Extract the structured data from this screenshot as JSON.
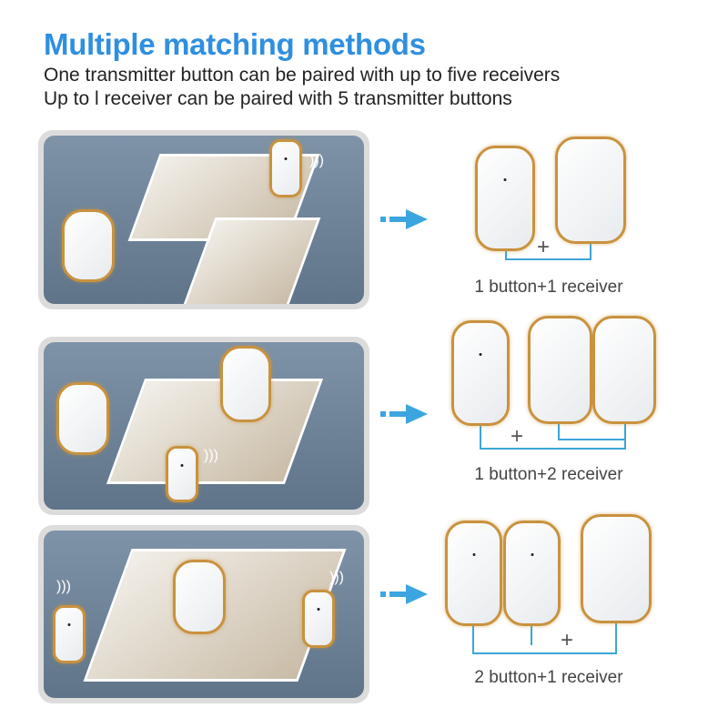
{
  "title": "Multiple matching methods",
  "subtitle_lines": [
    "One transmitter button can be paired with up to five receivers",
    "Up to l receiver can be paired with 5 transmitter buttons"
  ],
  "rows": [
    {
      "label": "1 button+1 receiver",
      "plus": "+"
    },
    {
      "label": "1 button+2 receiver",
      "plus": "+"
    },
    {
      "label": "2 button+1 receiver",
      "plus": "+"
    }
  ],
  "colors": {
    "accent": "#2f8fe0",
    "wire": "#3ca5d8",
    "device_rim": "#c9923f"
  },
  "icons": [
    "wifi-icon",
    "arrow-right-icon"
  ]
}
